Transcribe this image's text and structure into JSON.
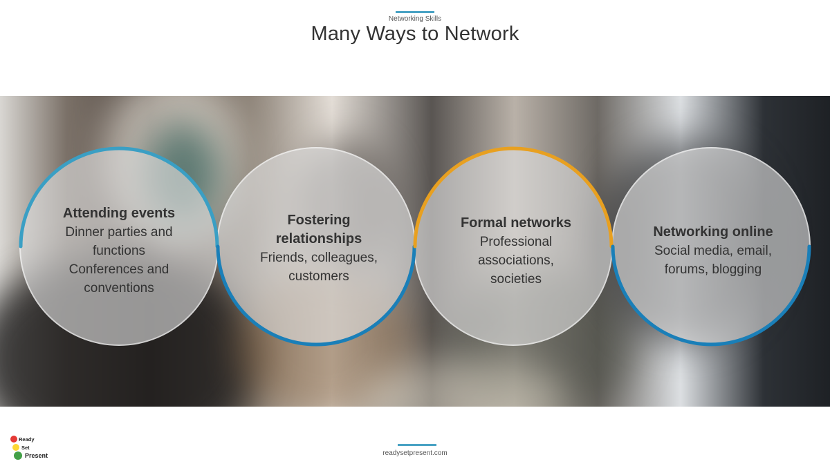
{
  "header": {
    "subtitle": "Networking Skills",
    "title": "Many Ways to Network"
  },
  "cards": [
    {
      "heading": "Attending events",
      "lines": [
        "Dinner parties and",
        "functions",
        "Conferences and",
        "conventions"
      ],
      "accent": "#3a9fc4"
    },
    {
      "heading_lines": [
        "Fostering",
        "relationships"
      ],
      "lines": [
        "Friends, colleagues,",
        "customers"
      ],
      "accent": "#1a7fb8"
    },
    {
      "heading": "Formal networks",
      "lines": [
        "Professional",
        "associations,",
        "societies"
      ],
      "accent": "#e8a020"
    },
    {
      "heading": "Networking online",
      "lines": [
        "Social media, email,",
        "forums, blogging"
      ],
      "accent": "#1a7fb8"
    }
  ],
  "logo": {
    "words": [
      "Ready",
      "Set",
      "Present"
    ],
    "dot_colors": [
      "#e53935",
      "#fdd835",
      "#43a047"
    ]
  },
  "footer": {
    "url": "readysetpresent.com"
  }
}
